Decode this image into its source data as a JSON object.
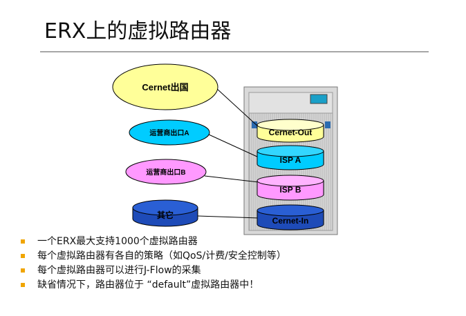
{
  "slide": {
    "title": "ERX上的虚拟路由器"
  },
  "diagram": {
    "ellipses": {
      "cernet_export": "Cernet出国",
      "carrier_a": "运营商出口A",
      "carrier_b": "运营商出口B",
      "other": "其它"
    },
    "router_instances": {
      "cernet_out": "Cernet-Out",
      "isp_a": "ISP A",
      "isp_b": "ISP B",
      "cernet_in": "Cernet-In"
    },
    "colors": {
      "yellow": "#ffff99",
      "cyan": "#00ccff",
      "pink": "#ff99ff",
      "blue": "#1e4bb8",
      "chassis": "#d9d9d9",
      "accent": "#f0a500"
    }
  },
  "bullets": [
    "一个ERX最大支持1000个虚拟路由器",
    "每个虚拟路由器有各自的策略（如QoS/计费/安全控制等）",
    "每个虚拟路由器可以进行J-Flow的采集",
    "缺省情况下，路由器位于 “default”虚拟路由器中！"
  ]
}
